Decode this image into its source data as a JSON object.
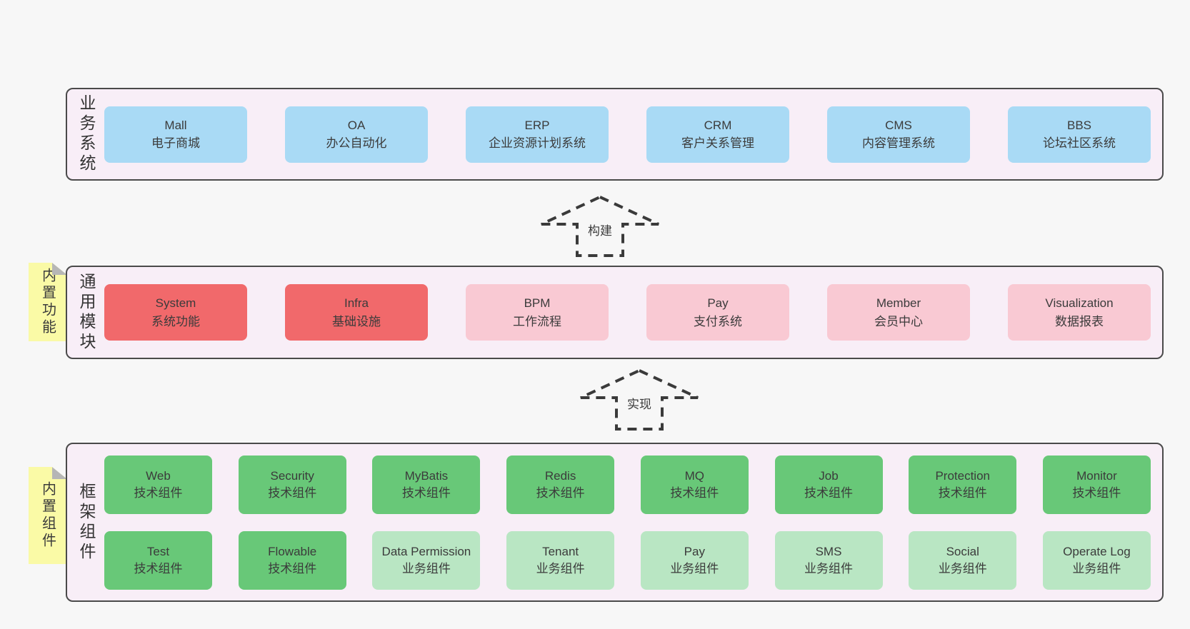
{
  "diagram": {
    "bands": [
      {
        "id": "business-systems",
        "vertical_label": "业务系统",
        "boxes": [
          {
            "title": "Mall",
            "subtitle": "电子商城"
          },
          {
            "title": "OA",
            "subtitle": "办公自动化"
          },
          {
            "title": "ERP",
            "subtitle": "企业资源计划系统"
          },
          {
            "title": "CRM",
            "subtitle": "客户关系管理"
          },
          {
            "title": "CMS",
            "subtitle": "内容管理系统"
          },
          {
            "title": "BBS",
            "subtitle": "论坛社区系统"
          }
        ]
      },
      {
        "id": "common-modules",
        "vertical_label": "通用模块",
        "note": "内置功能",
        "boxes": [
          {
            "title": "System",
            "subtitle": "系统功能"
          },
          {
            "title": "Infra",
            "subtitle": "基础设施"
          },
          {
            "title": "BPM",
            "subtitle": "工作流程"
          },
          {
            "title": "Pay",
            "subtitle": "支付系统"
          },
          {
            "title": "Member",
            "subtitle": "会员中心"
          },
          {
            "title": "Visualization",
            "subtitle": "数据报表"
          }
        ]
      },
      {
        "id": "framework-components",
        "vertical_label": "框架组件",
        "note": "内置组件",
        "rows": [
          [
            {
              "title": "Web",
              "subtitle": "技术组件"
            },
            {
              "title": "Security",
              "subtitle": "技术组件"
            },
            {
              "title": "MyBatis",
              "subtitle": "技术组件"
            },
            {
              "title": "Redis",
              "subtitle": "技术组件"
            },
            {
              "title": "MQ",
              "subtitle": "技术组件"
            },
            {
              "title": "Job",
              "subtitle": "技术组件"
            },
            {
              "title": "Protection",
              "subtitle": "技术组件"
            },
            {
              "title": "Monitor",
              "subtitle": "技术组件"
            }
          ],
          [
            {
              "title": "Test",
              "subtitle": "技术组件"
            },
            {
              "title": "Flowable",
              "subtitle": "技术组件"
            },
            {
              "title": "Data Permission",
              "subtitle": "业务组件"
            },
            {
              "title": "Tenant",
              "subtitle": "业务组件"
            },
            {
              "title": "Pay",
              "subtitle": "业务组件"
            },
            {
              "title": "SMS",
              "subtitle": "业务组件"
            },
            {
              "title": "Social",
              "subtitle": "业务组件"
            },
            {
              "title": "Operate Log",
              "subtitle": "业务组件"
            }
          ]
        ]
      }
    ],
    "arrows": [
      {
        "label": "构建"
      },
      {
        "label": "实现"
      }
    ],
    "colors": {
      "page_bg": "#f7f7f7",
      "band_bg": "#f8eef7",
      "band_border": "#4a4a4a",
      "blue": "#a9daf5",
      "red": "#f1696b",
      "pink": "#f9c9d3",
      "green": "#68c878",
      "light_green": "#b9e6c3",
      "note_yellow": "#fafaa6",
      "fold_gray": "#b6b6b6",
      "text": "#3b3b3b"
    }
  }
}
